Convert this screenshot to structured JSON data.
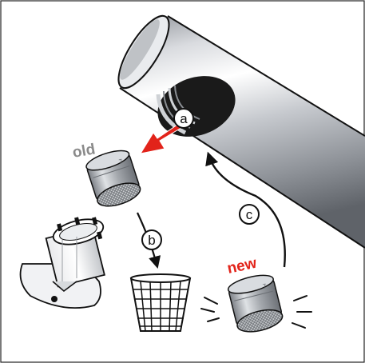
{
  "labels": {
    "old": "old",
    "new": "new",
    "step_a": "a",
    "step_b": "b",
    "step_c": "c",
    "old_part_mark": "7",
    "new_part_mark": "7"
  },
  "colors": {
    "frame": "#222222",
    "pipe_light": "#f2f2f4",
    "pipe_mid": "#b9bcc2",
    "pipe_dark": "#6f737a",
    "aerator_body": "#9a9ea3",
    "aerator_light": "#d7dadd",
    "old_label": "#8a8a8a",
    "new_label": "#e2231a",
    "remove_arrow": "#e2231a",
    "line": "#111111"
  },
  "icons": {
    "pipe": "faucet-pipe",
    "old_aerator": "aerator-icon",
    "new_aerator": "aerator-icon",
    "wrench": "aerator-key-icon",
    "basket": "waste-basket-icon"
  }
}
